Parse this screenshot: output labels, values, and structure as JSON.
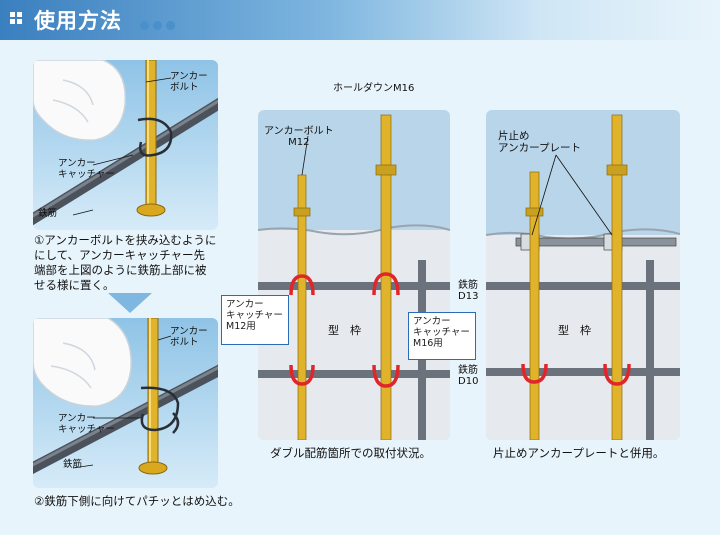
{
  "header": {
    "title": "使用方法"
  },
  "step1": {
    "labels": {
      "bolt": "アンカー\nボルト",
      "catcher": "アンカー\nキャッチャー",
      "rebar": "鉄筋"
    },
    "caption": "①アンカーボルトを挟み込むように\nにして、アンカーキャッチャー先\n端部を上図のように鉄筋上部に被\nせる様に置く。"
  },
  "step2": {
    "labels": {
      "bolt": "アンカー\nボルト",
      "catcher": "アンカー\nキャッチャー",
      "rebar": "鉄筋"
    },
    "caption": "②鉄筋下側に向けてパチッとはめ込む。"
  },
  "diagram1": {
    "top_label": "ホールダウンM16",
    "bolt_label": "アンカーボルト\nM12",
    "rebar_top": "鉄筋\nD13",
    "rebar_bottom": "鉄筋\nD10",
    "form_label": "型　枠",
    "box_left": "アンカー\nキャッチャー\nM12用",
    "box_right": "アンカー\nキャッチャー\nM16用",
    "caption": "ダブル配筋箇所での取付状況。"
  },
  "diagram2": {
    "plate_label": "片止め\nアンカープレート",
    "form_label": "型　枠",
    "caption": "片止めアンカープレートと併用。"
  },
  "colors": {
    "accent": "#2b6cb4",
    "bolt": "#e0b32a",
    "catcher": "#e0262a",
    "rebar": "#555c66"
  }
}
